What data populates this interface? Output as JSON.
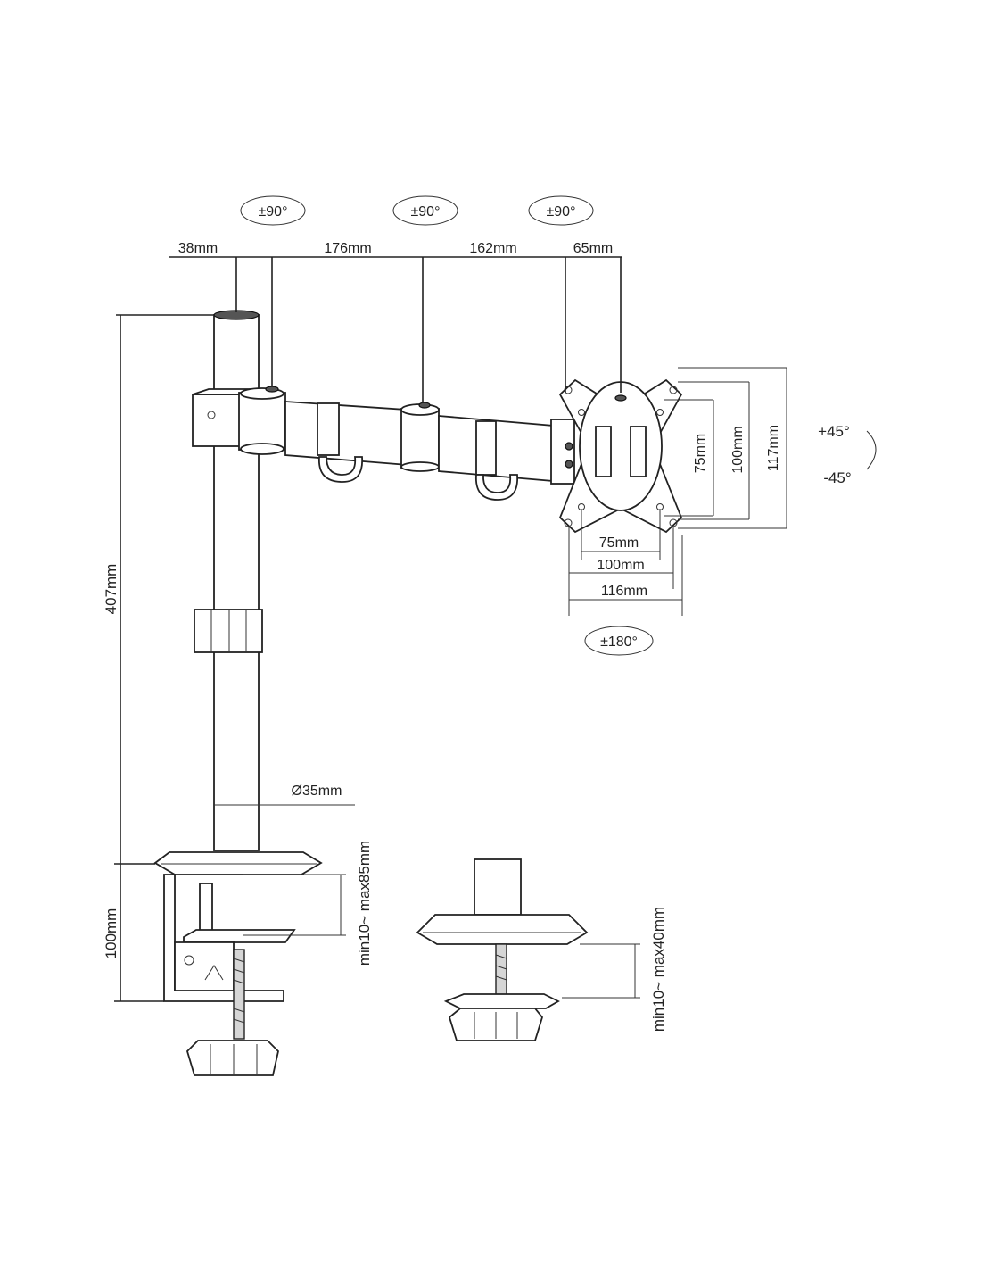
{
  "rotation": {
    "joint1": "±90°",
    "joint2": "±90°",
    "joint3": "±90°",
    "panel": "±180°",
    "tilt_up": "+45°",
    "tilt_down": "-45°"
  },
  "top_dims": {
    "d1": "38mm",
    "d2": "176mm",
    "d3": "162mm",
    "d4": "65mm"
  },
  "vesa": {
    "v75": "75mm",
    "v100": "100mm",
    "h117": "117mm",
    "w75": "75mm",
    "w100": "100mm",
    "w116": "116mm"
  },
  "pole": {
    "height": "407mm",
    "diameter": "Ø35mm"
  },
  "clamp": {
    "height": "100mm",
    "range1": "min10~ max85mm",
    "range2": "min10~ max40mm"
  }
}
